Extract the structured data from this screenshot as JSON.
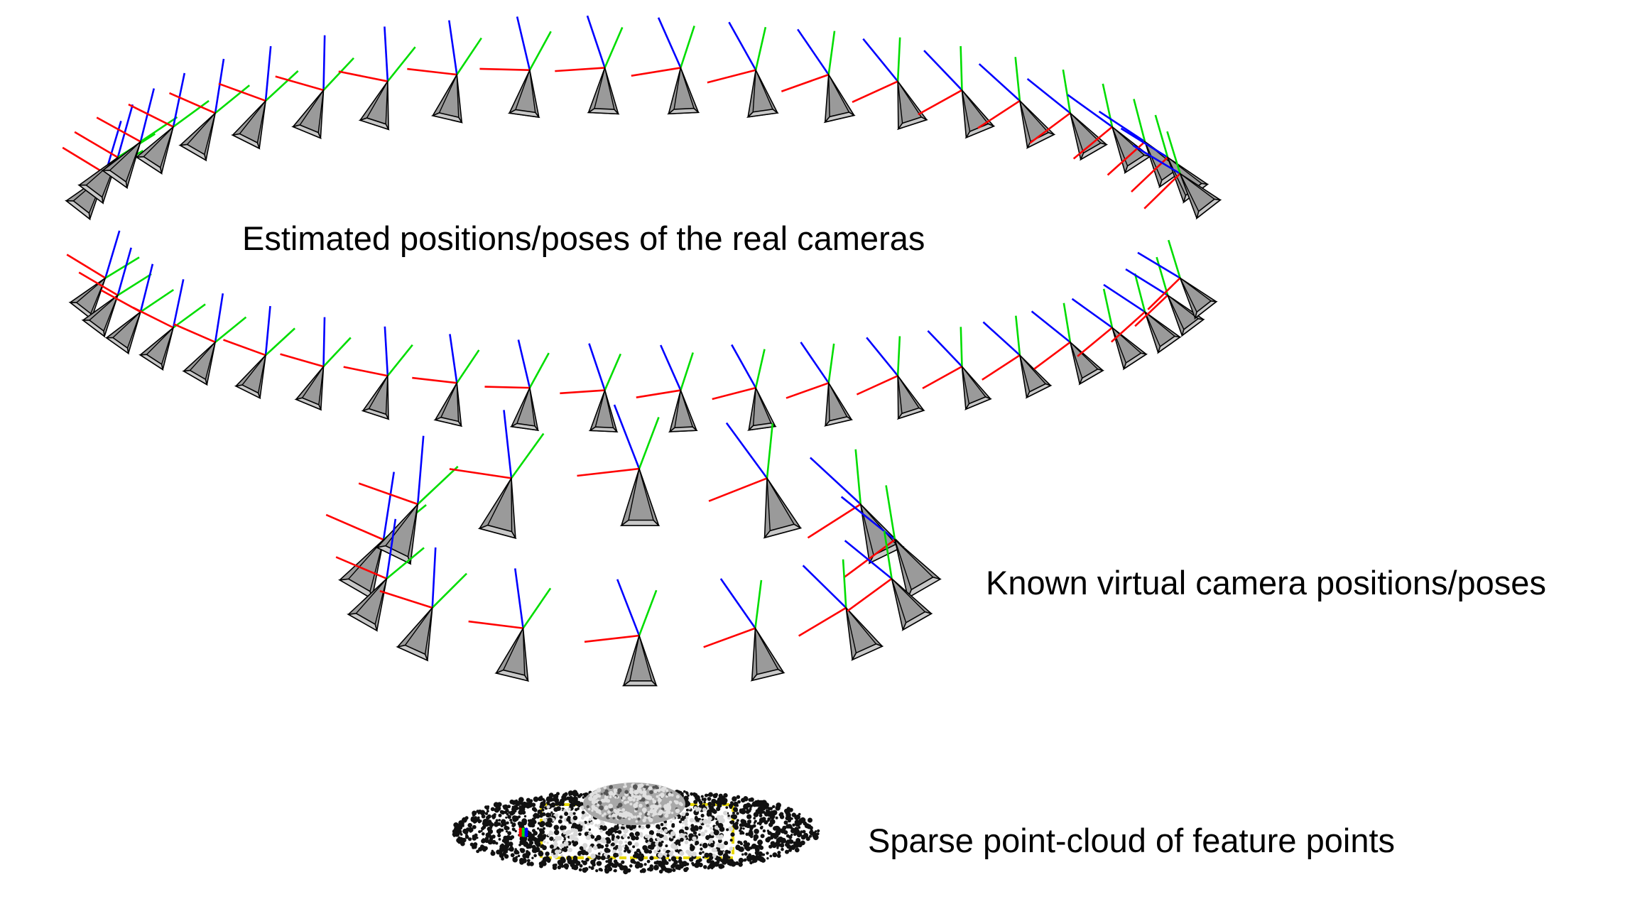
{
  "labels": {
    "real_cameras": "Estimated positions/poses of the real cameras",
    "virtual_cameras": "Known virtual camera positions/poses",
    "point_cloud": "Sparse point-cloud of feature points"
  },
  "colors": {
    "axis_x": "#ff0000",
    "axis_y": "#00dd00",
    "axis_z": "#0000ff",
    "frustum_fill": "#9a9a9a",
    "frustum_face": "#c8c8c8",
    "frustum_edge": "#000000",
    "cloud_dark": "#111111",
    "cloud_light": "#d9d9d9",
    "marker_border": "#e8d800"
  },
  "scene": {
    "real_camera_rings": 2,
    "real_cameras_per_ring": 22,
    "virtual_camera_rings": 2,
    "virtual_cameras_per_ring": 7
  }
}
